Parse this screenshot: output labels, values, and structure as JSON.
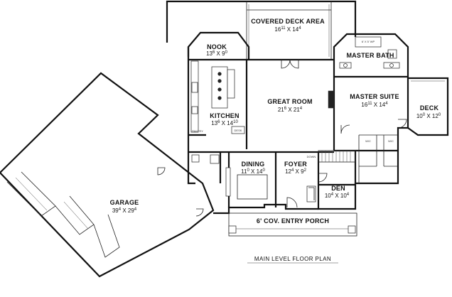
{
  "caption": "MAIN LEVEL FLOOR PLAN",
  "rooms": {
    "covered_deck": {
      "name": "COVERED DECK AREA",
      "w": "16",
      "w_in": "11",
      "h": "14",
      "h_in": "4"
    },
    "nook": {
      "name": "NOOK",
      "w": "13",
      "w_in": "6",
      "h": "9",
      "h_in": "0"
    },
    "master_bath": {
      "name": "MASTER BATH"
    },
    "great_room": {
      "name": "GREAT ROOM",
      "w": "21",
      "w_in": "6",
      "h": "21",
      "h_in": "4"
    },
    "master_suite": {
      "name": "MASTER SUITE",
      "w": "16",
      "w_in": "11",
      "h": "14",
      "h_in": "4"
    },
    "deck": {
      "name": "DECK",
      "w": "10",
      "w_in": "0",
      "h": "12",
      "h_in": "0"
    },
    "kitchen": {
      "name": "KITCHEN",
      "w": "13",
      "w_in": "6",
      "h": "14",
      "h_in": "10"
    },
    "dining": {
      "name": "DINING",
      "w": "11",
      "w_in": "0",
      "h": "14",
      "h_in": "0"
    },
    "foyer": {
      "name": "FOYER",
      "w": "12",
      "w_in": "4",
      "h": "9",
      "h_in": "2"
    },
    "den": {
      "name": "DEN",
      "w": "10",
      "w_in": "4",
      "h": "10",
      "h_in": "4"
    },
    "garage": {
      "name": "GARAGE",
      "w": "39",
      "w_in": "4",
      "h": "29",
      "h_in": "4"
    },
    "porch": {
      "name": "6' COV. ENTRY PORCH"
    }
  },
  "minor_labels": {
    "pantry": "PANTRY",
    "desk": "DESK",
    "down": "DOWN",
    "wic1": "W/C",
    "wic2": "W/C",
    "tub": "6' X 5' WP"
  },
  "colors": {
    "line": "#111111",
    "background": "#ffffff"
  }
}
